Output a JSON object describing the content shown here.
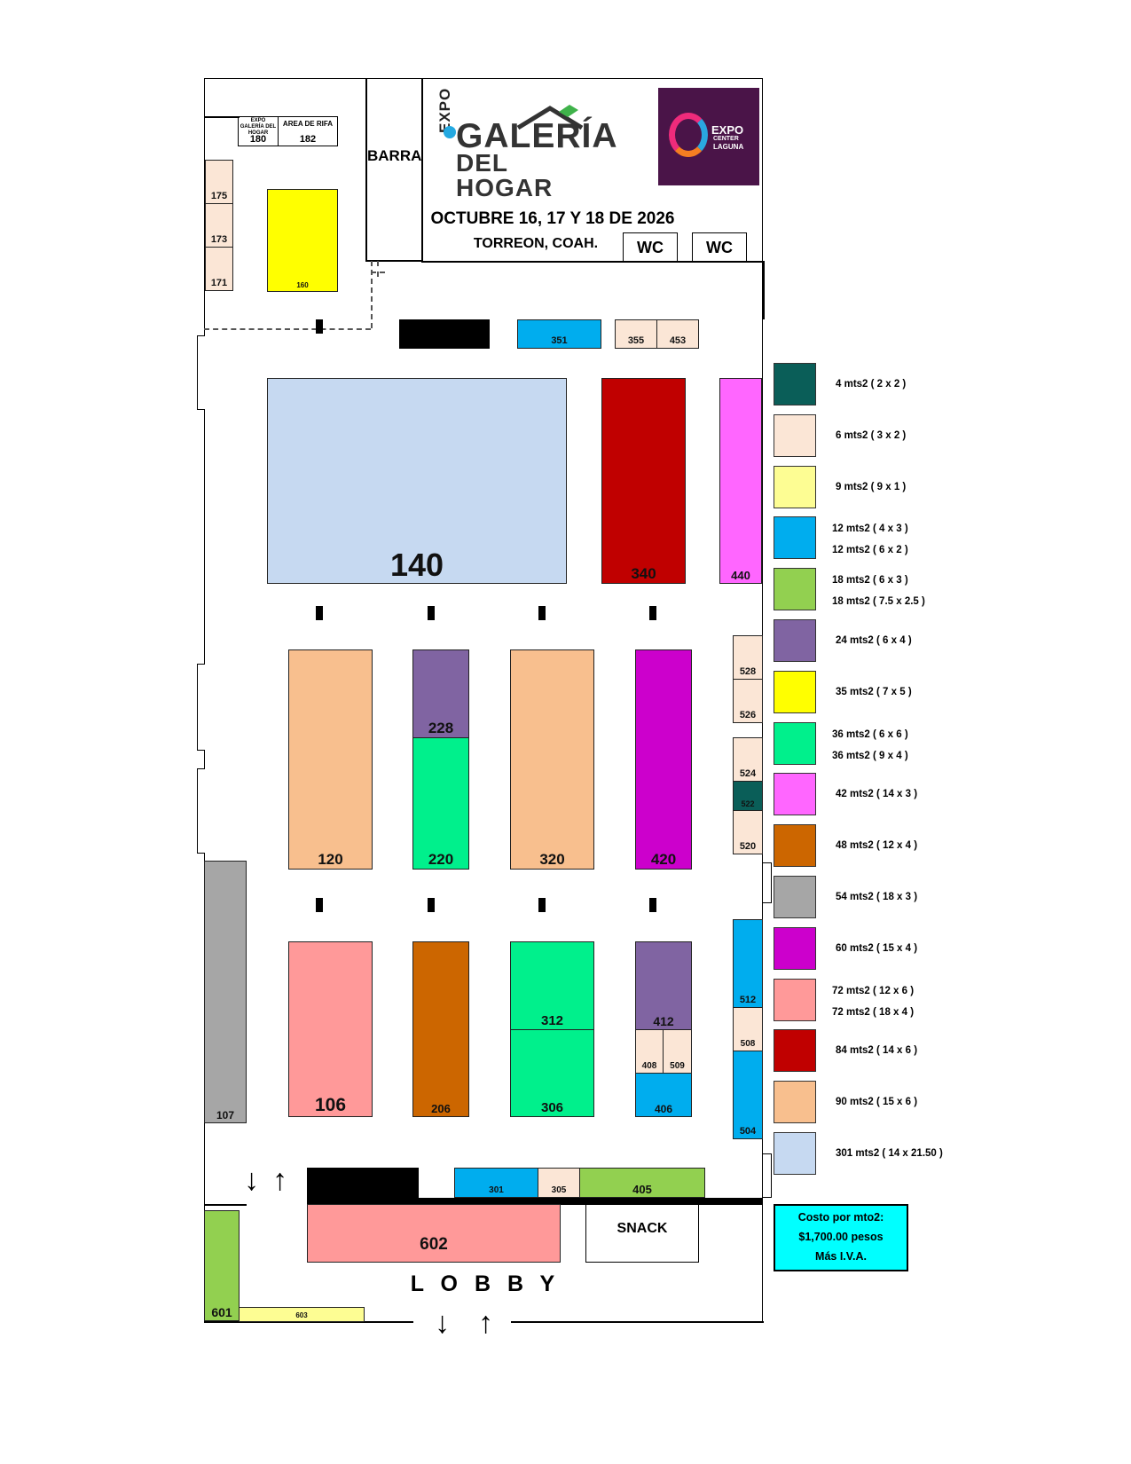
{
  "header": {
    "event_date": "OCTUBRE 16, 17 Y 18 DE 2026",
    "city": "TORREON, COAH.",
    "logo_main": {
      "expo": "EXPO",
      "line1": "GALERÍA",
      "line2": "DEL HOGAR"
    },
    "logo_venue": {
      "line1": "EXPO",
      "line2": "CENTER",
      "line3": "LAGUNA"
    }
  },
  "areas": {
    "barra": "BARRA",
    "wc_1": "WC",
    "wc_2": "WC",
    "snack": "SNACK",
    "lobby": "L O B B Y",
    "expo_galeria": "EXPO GALERÍA DEL HOGAR",
    "expo_galeria_num": "180",
    "rifa": "AREA DE RIFA",
    "rifa_num": "182"
  },
  "booths": {
    "b171": "171",
    "b173": "173",
    "b175": "175",
    "b160": "160",
    "b351": "351",
    "b355": "355",
    "b453": "453",
    "b140": "140",
    "b340": "340",
    "b440": "440",
    "b120": "120",
    "b228": "228",
    "b220": "220",
    "b320": "320",
    "b420": "420",
    "b528": "528",
    "b526": "526",
    "b524": "524",
    "b522": "522",
    "b520": "520",
    "b107": "107",
    "b106": "106",
    "b206": "206",
    "b312": "312",
    "b306": "306",
    "b412": "412",
    "b408": "408",
    "b509": "509",
    "b406": "406",
    "b512": "512",
    "b508": "508",
    "b504": "504",
    "b301": "301",
    "b305": "305",
    "b405": "405",
    "b602": "602",
    "b601": "601",
    "b603": "603"
  },
  "legend": [
    {
      "color": "#0a5e58",
      "lines": [
        "4 mts2 ( 2 x 2 )"
      ]
    },
    {
      "color": "#fbe6d6",
      "lines": [
        "6 mts2 ( 3 x 2 )"
      ]
    },
    {
      "color": "#fdfd93",
      "lines": [
        "9 mts2 ( 9 x 1 )"
      ]
    },
    {
      "color": "#00adee",
      "lines": [
        "12 mts2 ( 4 x 3 )",
        "12 mts2 ( 6 x 2 )"
      ]
    },
    {
      "color": "#92d050",
      "lines": [
        "18 mts2 ( 6 x 3 )",
        "18 mts2 ( 7.5 x 2.5 )"
      ]
    },
    {
      "color": "#8064a2",
      "lines": [
        "24 mts2 ( 6 x 4 )"
      ]
    },
    {
      "color": "#ffff00",
      "lines": [
        "35 mts2 ( 7 x 5 )"
      ]
    },
    {
      "color": "#00f08c",
      "lines": [
        "36 mts2 ( 6 x 6 )",
        "36 mts2 ( 9 x 4 )"
      ]
    },
    {
      "color": "#ff66ff",
      "lines": [
        "42 mts2 ( 14 x 3 )"
      ]
    },
    {
      "color": "#cc6600",
      "lines": [
        "48 mts2 ( 12 x 4 )"
      ]
    },
    {
      "color": "#a6a6a6",
      "lines": [
        "54 mts2 ( 18 x 3 )"
      ]
    },
    {
      "color": "#cc00cc",
      "lines": [
        "60 mts2 ( 15 x 4 )"
      ]
    },
    {
      "color": "#ff9999",
      "lines": [
        "72 mts2 ( 12 x 6 )",
        "72 mts2 ( 18 x 4 )"
      ]
    },
    {
      "color": "#c00000",
      "lines": [
        "84 mts2 ( 14 x 6 )"
      ]
    },
    {
      "color": "#f8bf8e",
      "lines": [
        "90 mts2 ( 15 x 6 )"
      ]
    },
    {
      "color": "#c6d9f1",
      "lines": [
        "301 mts2 ( 14 x 21.50 )"
      ]
    }
  ],
  "cost": {
    "line1": "Costo por mto2:",
    "line2": "$1,700.00 pesos",
    "line3": "Más I.V.A."
  },
  "arrow_down": "↓",
  "arrow_up": "↑"
}
